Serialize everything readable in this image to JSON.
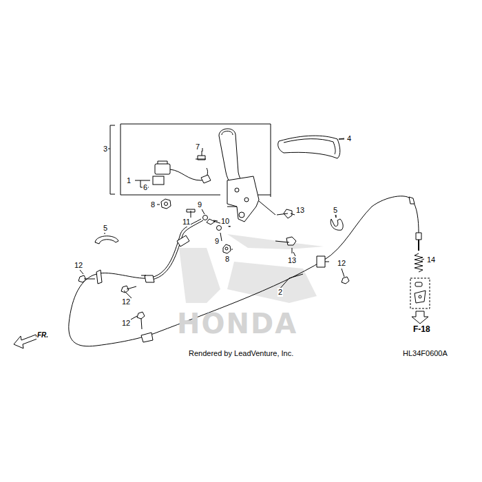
{
  "diagram": {
    "labels": [
      "3",
      "7",
      "4",
      "1",
      "6",
      "8",
      "9",
      "11",
      "10",
      "13",
      "5",
      "5",
      "9",
      "8",
      "13",
      "14",
      "12",
      "12",
      "12",
      "2",
      "12",
      "F-18",
      "FR.",
      "Rendered by LeadVenture, Inc.",
      "HL34F0600A",
      "HONDA"
    ]
  }
}
